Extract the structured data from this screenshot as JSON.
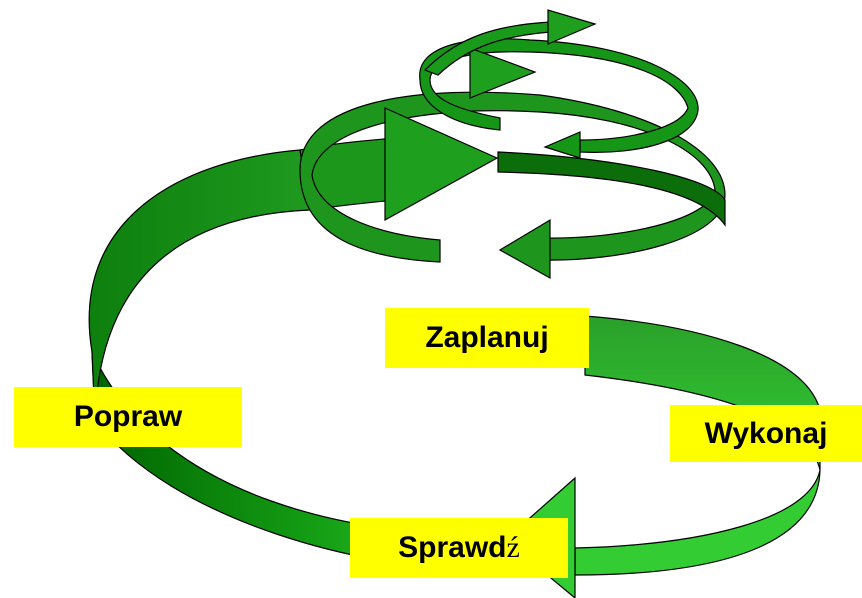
{
  "diagram": {
    "labels": {
      "plan": "Zaplanuj",
      "do": "Wykonaj",
      "check_main": "Sprawd",
      "check_last": "ź",
      "act": "Popraw"
    },
    "colors": {
      "label_bg": "#ffff00",
      "green_dark": "#006600",
      "green_mid": "#1e8c1e",
      "green_main": "#22a322",
      "green_light": "#33cc33",
      "outline": "#000000"
    }
  }
}
